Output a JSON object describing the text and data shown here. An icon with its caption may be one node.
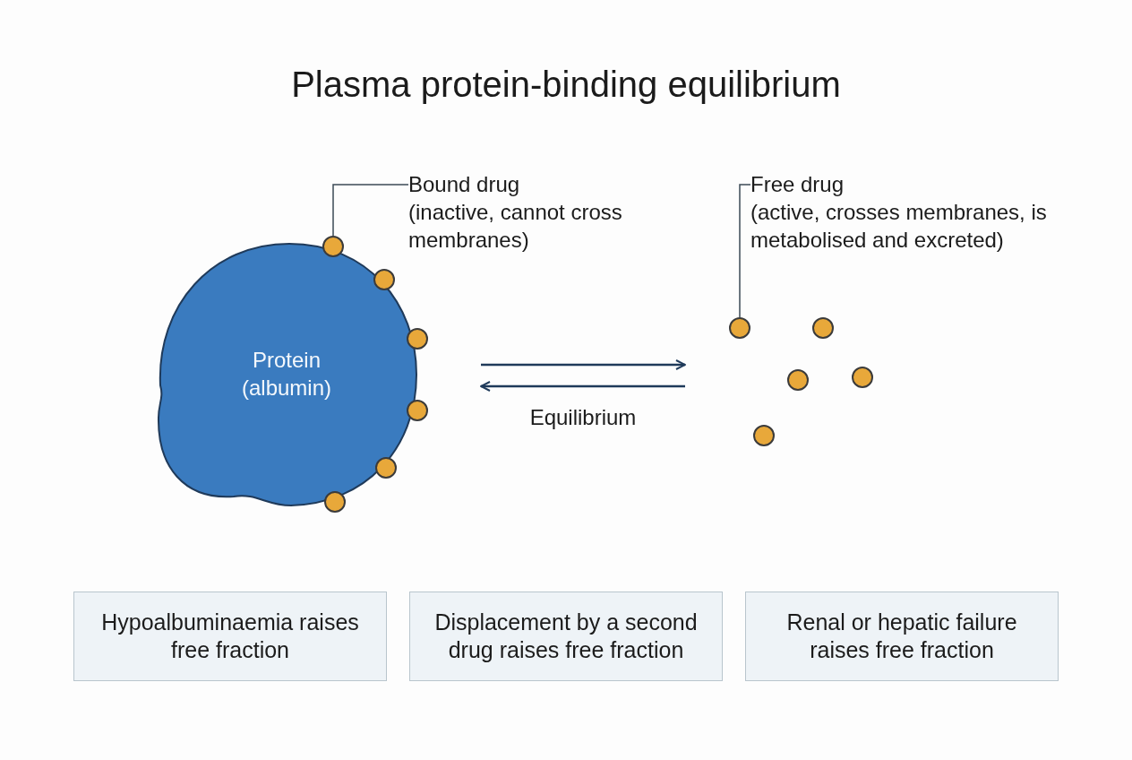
{
  "diagram": {
    "title": "Plasma protein-binding equilibrium",
    "nodes": [
      {
        "text": [
          "Protein (albumin)"
        ]
      },
      {
        "text": [
          "Bound drug",
          "(inactive, cannot cross membranes)"
        ]
      },
      {
        "text": [],
        "shape": "circle"
      },
      {
        "text": [],
        "shape": "circle"
      },
      {
        "text": [],
        "shape": "circle"
      },
      {
        "text": [],
        "shape": "circle"
      },
      {
        "text": [],
        "shape": "circle"
      },
      {
        "text": [],
        "shape": "circle"
      },
      {
        "text": [
          "Free drug",
          "(active, crosses membranes, is metabolised and excreted)"
        ]
      },
      {
        "text": [],
        "shape": "circle"
      },
      {
        "text": [],
        "shape": "circle"
      },
      {
        "text": [],
        "shape": "circle"
      },
      {
        "text": [],
        "shape": "circle"
      },
      {
        "text": [],
        "shape": "circle"
      },
      {
        "text": [
          "Hypoalbuminaemia raises free fraction"
        ]
      },
      {
        "text": [
          "Displacement by a second drug raises free fraction"
        ]
      },
      {
        "text": [
          "Renal or hepatic failure raises free fraction"
        ]
      }
    ],
    "edges": [
      {
        "from": 1,
        "to": 2,
        "arrow": "none"
      },
      {
        "from": 8,
        "to": 9,
        "arrow": "none"
      }
    ],
    "labels": [
      "Equilibrium"
    ]
  }
}
